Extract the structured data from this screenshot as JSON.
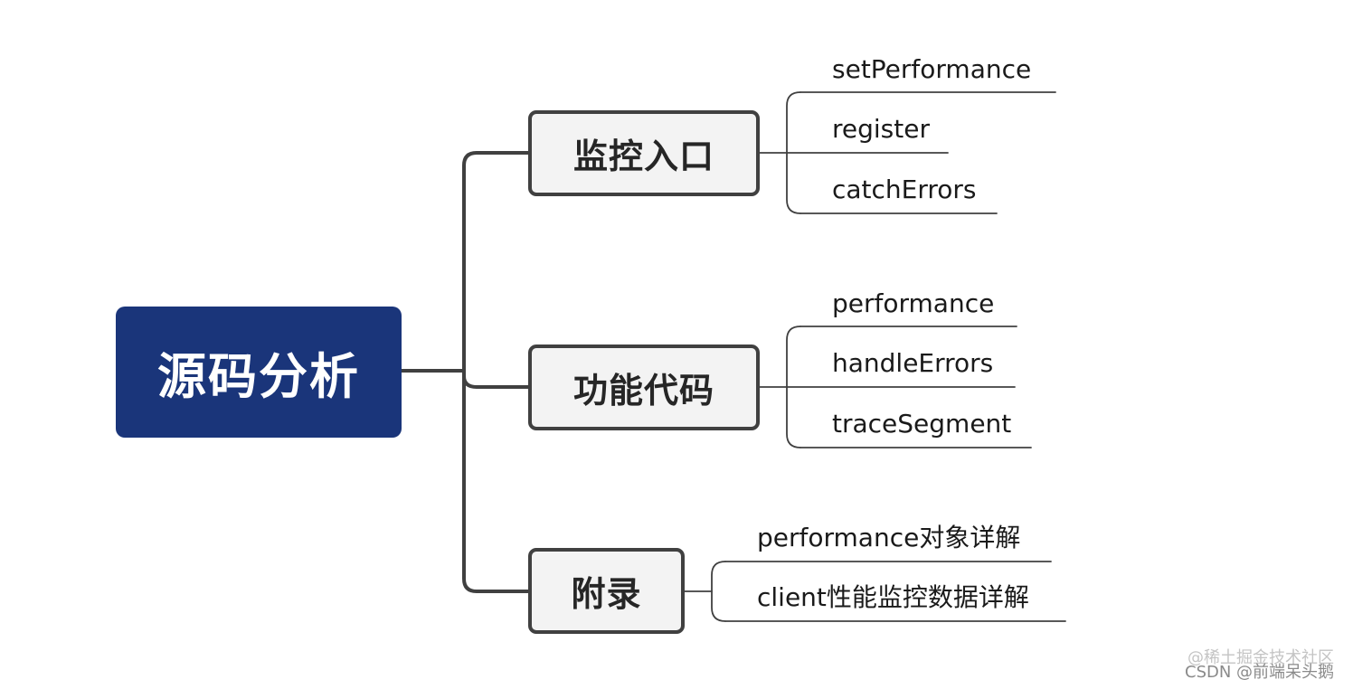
{
  "root": {
    "label": "源码分析",
    "color": "#1a357a"
  },
  "branches": [
    {
      "label": "监控入口",
      "leaves": [
        "setPerformance",
        "register",
        "catchErrors"
      ]
    },
    {
      "label": "功能代码",
      "leaves": [
        "performance",
        "handleErrors",
        "traceSegment"
      ]
    },
    {
      "label": "附录",
      "leaves": [
        "performance对象详解",
        "client性能监控数据详解"
      ]
    }
  ],
  "watermarks": {
    "juejin": "@稀土掘金技术社区",
    "csdn": "CSDN @前端呆头鹅"
  }
}
